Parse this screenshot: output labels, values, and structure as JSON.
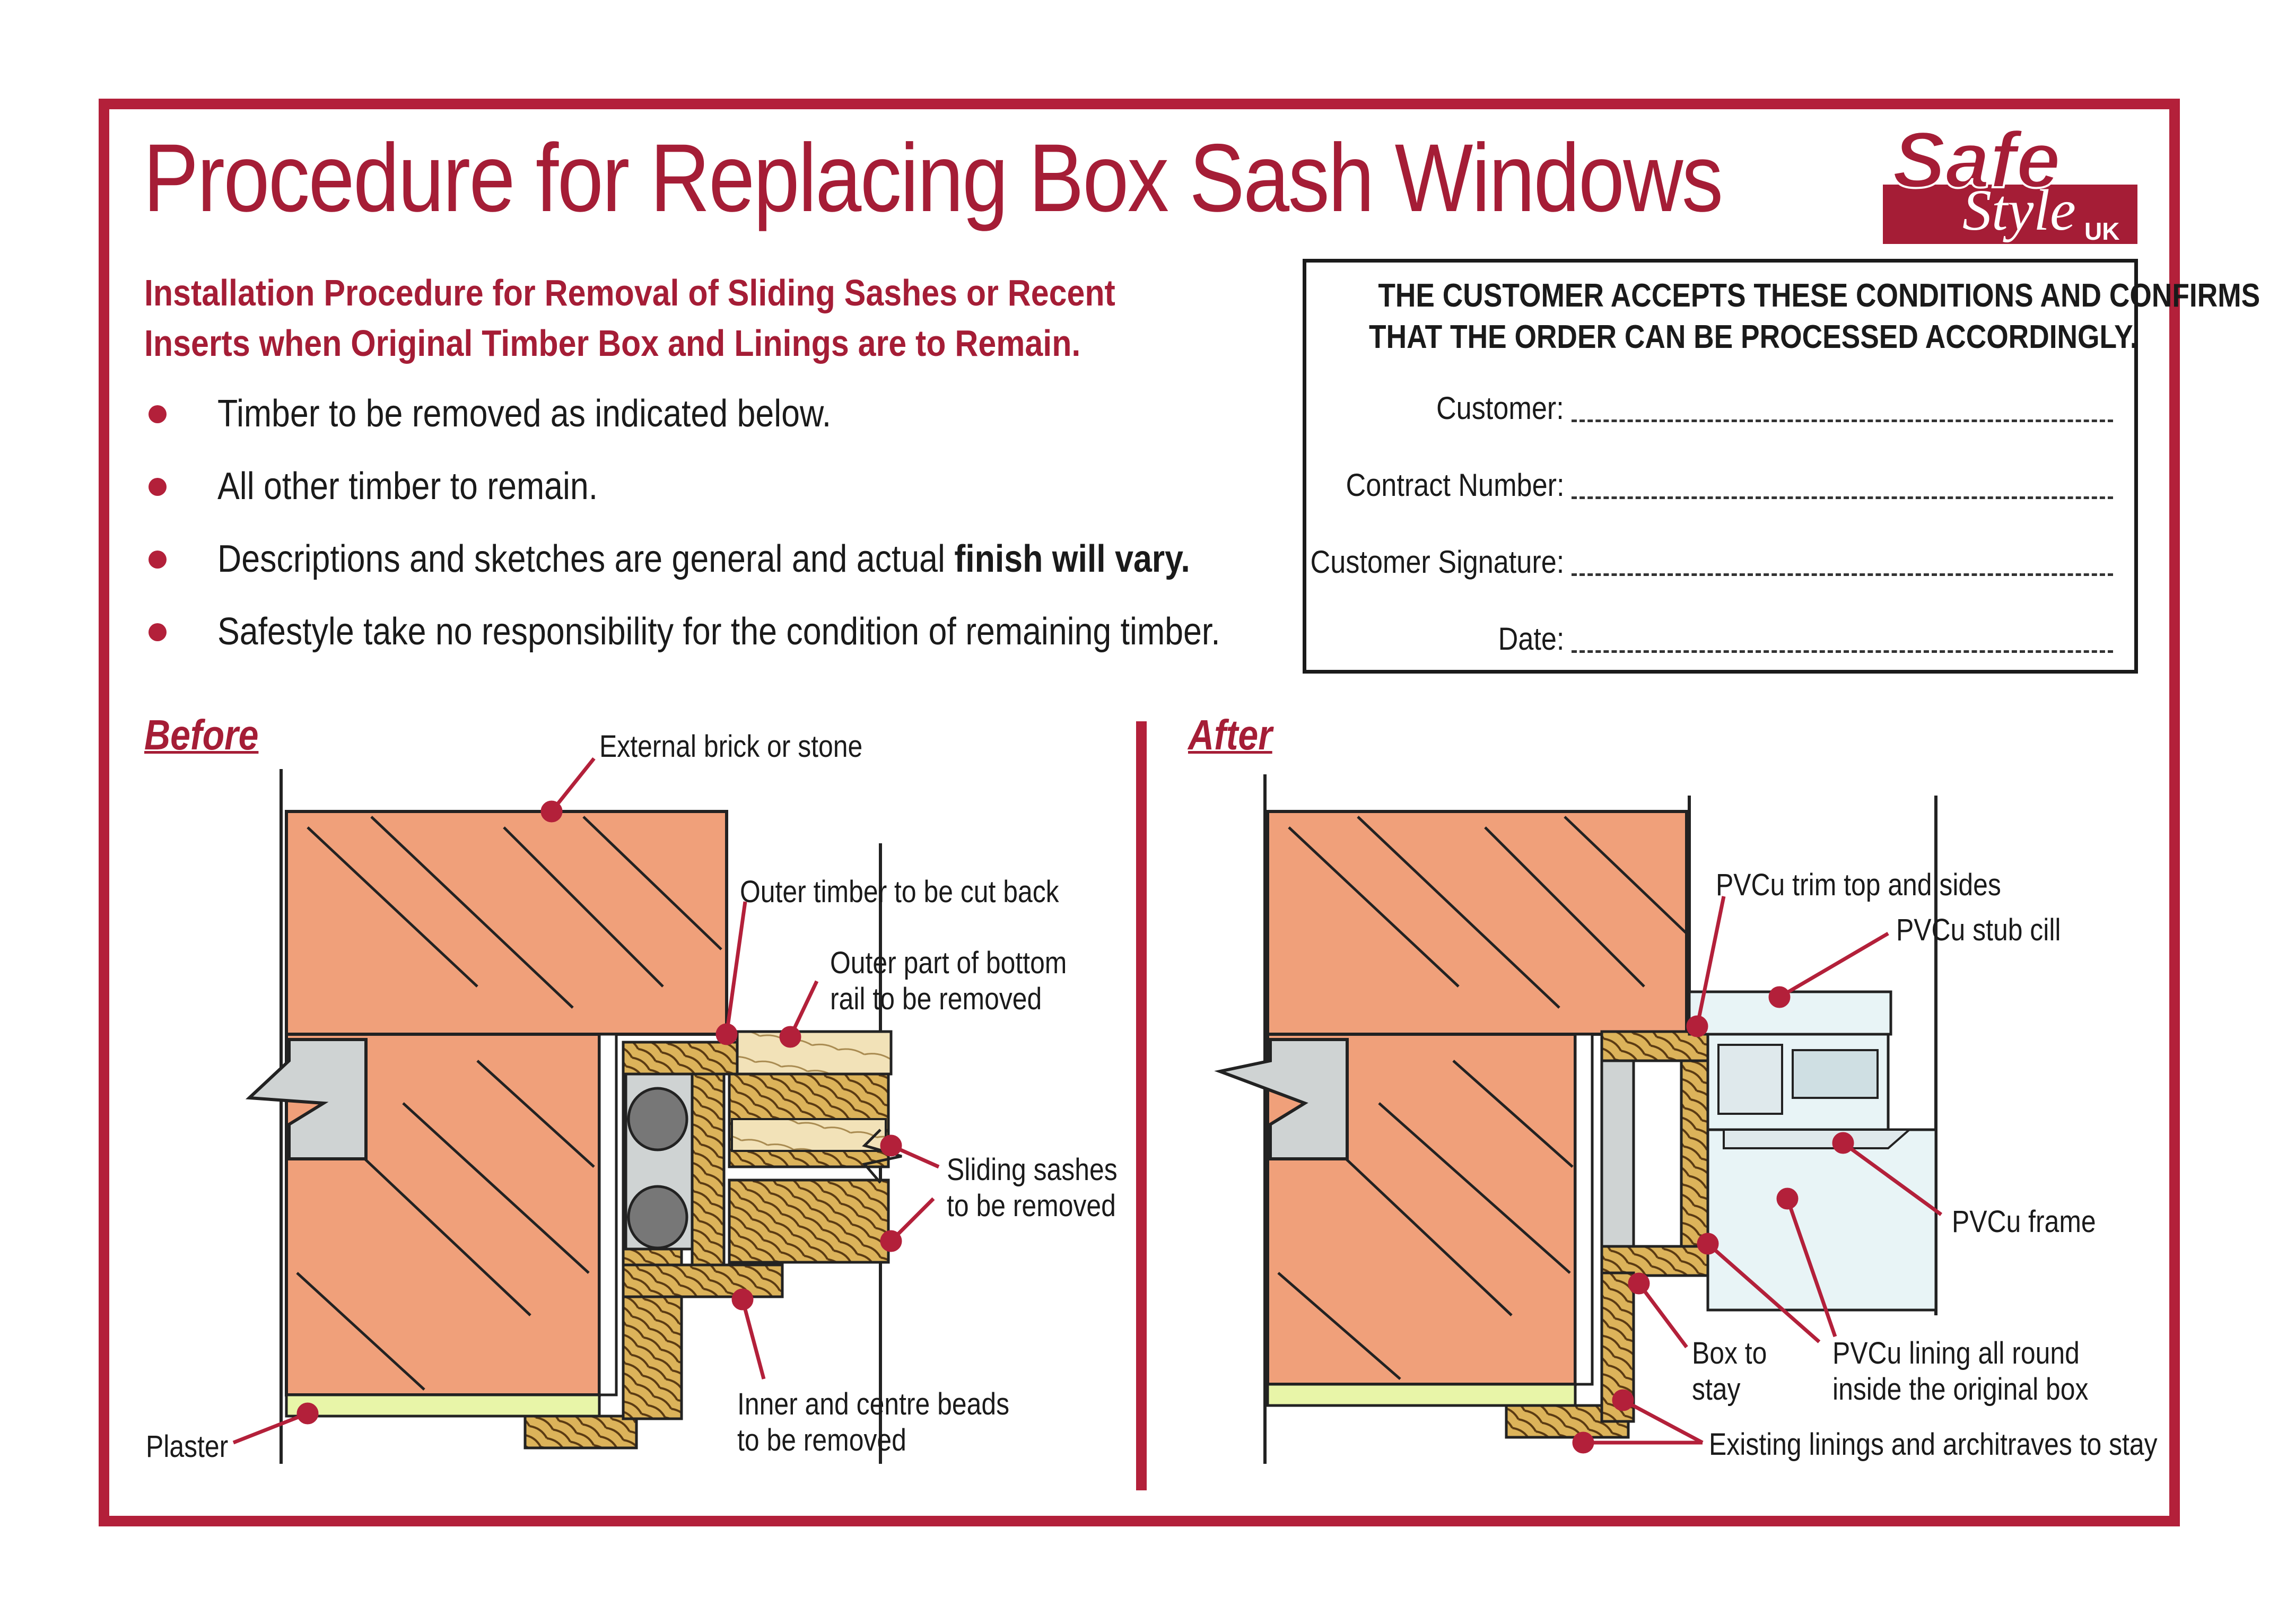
{
  "title": "Procedure for Replacing Box Sash Windows",
  "logo": {
    "word1": "Safe",
    "word2": "Style",
    "word3": "UK"
  },
  "subtitle": {
    "line1": "Installation Procedure for Removal of Sliding Sashes or Recent",
    "line2": "Inserts when Original Timber Box and Linings are to Remain."
  },
  "bullets": [
    {
      "text": "Timber to be removed as indicated below."
    },
    {
      "text": "All other timber to remain."
    },
    {
      "text": "Descriptions and sketches are general and actual ",
      "bold": "finish will vary."
    },
    {
      "text": "Safestyle take no responsibility for the condition of remaining timber."
    }
  ],
  "acceptance": {
    "line1": "THE CUSTOMER ACCEPTS THESE CONDITIONS AND CONFIRMS",
    "line2": "THAT THE ORDER CAN BE PROCESSED ACCORDINGLY.",
    "fields": [
      "Customer:",
      "Contract Number:",
      "Customer Signature:",
      "Date:"
    ]
  },
  "before": {
    "heading": "Before",
    "labels": {
      "external": "External brick or stone",
      "outer_timber": "Outer timber to be cut back",
      "bottom_rail_1": "Outer part of bottom",
      "bottom_rail_2": "rail to be removed",
      "sashes_1": "Sliding sashes",
      "sashes_2": "to be removed",
      "beads_1": "Inner and centre beads",
      "beads_2": "to be removed",
      "plaster": "Plaster"
    }
  },
  "after": {
    "heading": "After",
    "labels": {
      "trim": "PVCu trim top and sides",
      "stub_cill": "PVCu stub cill",
      "frame": "PVCu frame",
      "box_1": "Box to",
      "box_2": "stay",
      "lining_1": "PVCu lining all round",
      "lining_2": "inside the original box",
      "linings_stay": "Existing linings and architraves to stay"
    }
  },
  "colors": {
    "brand_red": "#a51d36",
    "brick": "#f0a07a",
    "timber": "#dcb35a",
    "plaster": "#e8f5a8",
    "pvc": "#e8f4f6",
    "grey": "#cfd3d3"
  }
}
